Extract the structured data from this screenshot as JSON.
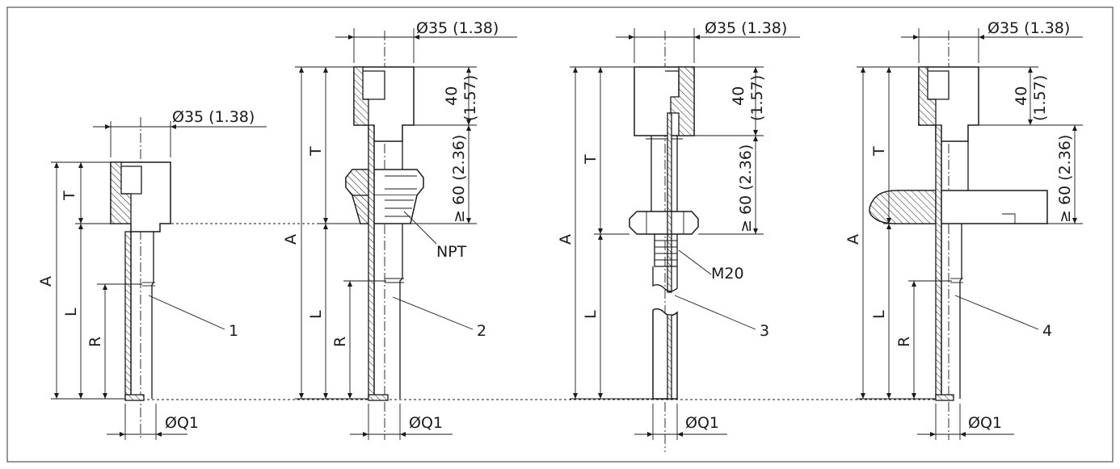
{
  "labels": {
    "dia35": "Ø35 (1.38)",
    "dim40": "40",
    "dim40in": "(1.57)",
    "dim60": "≥ 60 (2.36)",
    "dq1": "ØQ1",
    "T": "T",
    "A": "A",
    "L": "L",
    "R": "R",
    "npt": "NPT",
    "m20": "M20"
  },
  "callouts": [
    "1",
    "2",
    "3",
    "4"
  ]
}
